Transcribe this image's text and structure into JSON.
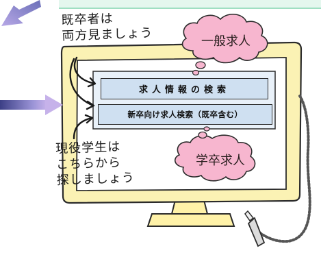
{
  "annotations": {
    "graduates": [
      "既卒者は",
      "両方見ましょう"
    ],
    "students": [
      "現役学生は",
      "こちらから",
      "探しましょう"
    ]
  },
  "clouds": {
    "general": "一般求人",
    "student": "学卒求人"
  },
  "buttons": {
    "general_search": "求人情報の検索",
    "newgrad_search": "新卒向け求人検索（既卒含む）"
  },
  "colors": {
    "cloud_pink": "#f7b6cf",
    "button_blue": "#cfe0f1",
    "arrow_violet": "#b79be0",
    "monitor_yellow": "#fbf2b4"
  }
}
